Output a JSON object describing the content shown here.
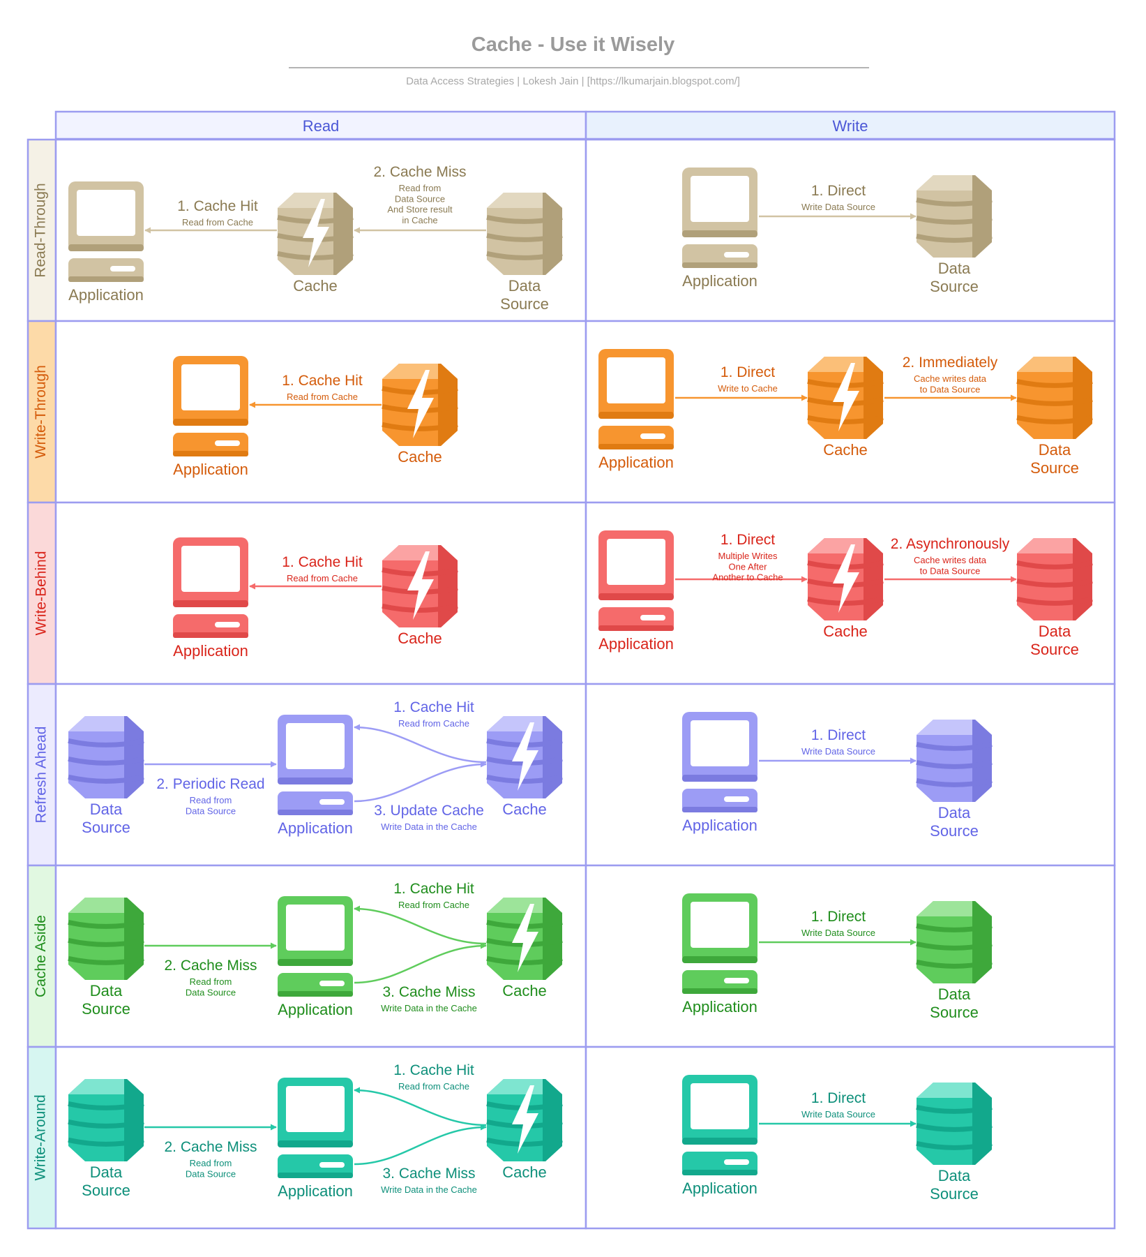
{
  "title": "Cache - Use it Wisely",
  "subtitle": "Data Access Strategies  |  Lokesh Jain  | [https://lkumarjain.blogspot.com/]",
  "columns": [
    "Read",
    "Write"
  ],
  "labels": {
    "application": "Application",
    "cache": "Cache",
    "data_source": "Data\nSource"
  },
  "rows": [
    {
      "name": "Read-Through",
      "color": "#8a7a52",
      "fill": "#d1c3a3",
      "dark": "#b0a07a",
      "light": "#e2d8c0",
      "band": "#f5f1e6",
      "read": {
        "layout": "app-cache-ds",
        "left": {
          "title": "1. Cache Hit",
          "sub": "Read from Cache"
        },
        "right": {
          "title": "2. Cache Miss",
          "sub": "Read from\nData Source\nAnd Store result\nin Cache"
        }
      },
      "write": {
        "layout": "app-ds",
        "arrow1": {
          "title": "1. Direct",
          "sub": "Write Data Source"
        }
      }
    },
    {
      "name": "Write-Through",
      "color": "#d45b0a",
      "fill": "#f7952f",
      "dark": "#e07b12",
      "light": "#fbbf78",
      "band": "#fddaa8",
      "read": {
        "layout": "app-cache",
        "arrow": {
          "title": "1. Cache Hit",
          "sub": "Read from Cache"
        }
      },
      "write": {
        "layout": "app-cache-ds",
        "arrow1": {
          "title": "1. Direct",
          "sub": "Write to Cache"
        },
        "arrow2": {
          "title": "2. Immediately",
          "sub": "Cache writes data\nto Data Source"
        }
      }
    },
    {
      "name": "Write-Behind",
      "color": "#d9241a",
      "fill": "#f56b6b",
      "dark": "#e04949",
      "light": "#fba3a3",
      "band": "#fbd9d9",
      "read": {
        "layout": "app-cache",
        "arrow": {
          "title": "1. Cache Hit",
          "sub": "Read from Cache"
        }
      },
      "write": {
        "layout": "app-cache-ds",
        "arrow1": {
          "title": "1. Direct",
          "sub": "Multiple Writes\nOne After\nAnother to Cache"
        },
        "arrow2": {
          "title": "2. Asynchronously",
          "sub": "Cache writes data\nto Data Source"
        }
      }
    },
    {
      "name": "Refresh Ahead",
      "color": "#6164e6",
      "fill": "#9c9cf5",
      "dark": "#7b7be0",
      "light": "#c5c5fb",
      "band": "#ecebfe",
      "read": {
        "layout": "ds-app-cache",
        "ds_arrow": {
          "title": "2. Periodic Read",
          "sub": "Read from\nData Source"
        },
        "top": {
          "title": "1. Cache Hit",
          "sub": "Read from Cache"
        },
        "bottom": {
          "title": "3. Update Cache",
          "sub": "Write Data in the Cache"
        }
      },
      "write": {
        "layout": "app-ds",
        "arrow1": {
          "title": "1. Direct",
          "sub": "Write Data Source"
        }
      }
    },
    {
      "name": "Cache Aside",
      "color": "#1f8d1c",
      "fill": "#5fcc5c",
      "dark": "#3ea83b",
      "light": "#9de49a",
      "band": "#e1f8e1",
      "read": {
        "layout": "ds-app-cache",
        "ds_arrow": {
          "title": "2. Cache Miss",
          "sub": "Read from\nData Source"
        },
        "top": {
          "title": "1. Cache Hit",
          "sub": "Read from Cache"
        },
        "bottom": {
          "title": "3. Cache Miss",
          "sub": "Write Data in the Cache"
        }
      },
      "write": {
        "layout": "app-ds",
        "arrow1": {
          "title": "1. Direct",
          "sub": "Write Data Source"
        }
      }
    },
    {
      "name": "Write-Around",
      "color": "#0d8f7a",
      "fill": "#25c8a8",
      "dark": "#12a88c",
      "light": "#7ee5d0",
      "band": "#d6f6f1",
      "read": {
        "layout": "ds-app-cache",
        "ds_arrow": {
          "title": "2. Cache Miss",
          "sub": "Read from\nData Source"
        },
        "top": {
          "title": "1. Cache Hit",
          "sub": "Read from Cache"
        },
        "bottom": {
          "title": "3. Cache Miss",
          "sub": "Write Data in the Cache"
        }
      },
      "write": {
        "layout": "app-ds",
        "arrow1": {
          "title": "1. Direct",
          "sub": "Write Data Source"
        }
      }
    }
  ]
}
